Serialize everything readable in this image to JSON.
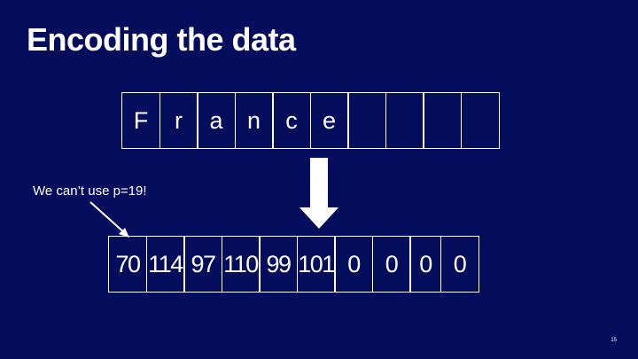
{
  "slide": {
    "title": "Encoding the data",
    "characters": [
      "F",
      "r",
      "a",
      "n",
      "c",
      "e",
      "",
      "",
      "",
      ""
    ],
    "codes": [
      "70",
      "114",
      "97",
      "110",
      "99",
      "101",
      "0",
      "0",
      "0",
      "0"
    ],
    "annotation": "We can’t use p=19!",
    "page_number": "15"
  },
  "colors": {
    "background": "#040c5c",
    "foreground": "#ffffff"
  },
  "icons": [
    "down-arrow-icon",
    "pointer-arrow-icon"
  ]
}
